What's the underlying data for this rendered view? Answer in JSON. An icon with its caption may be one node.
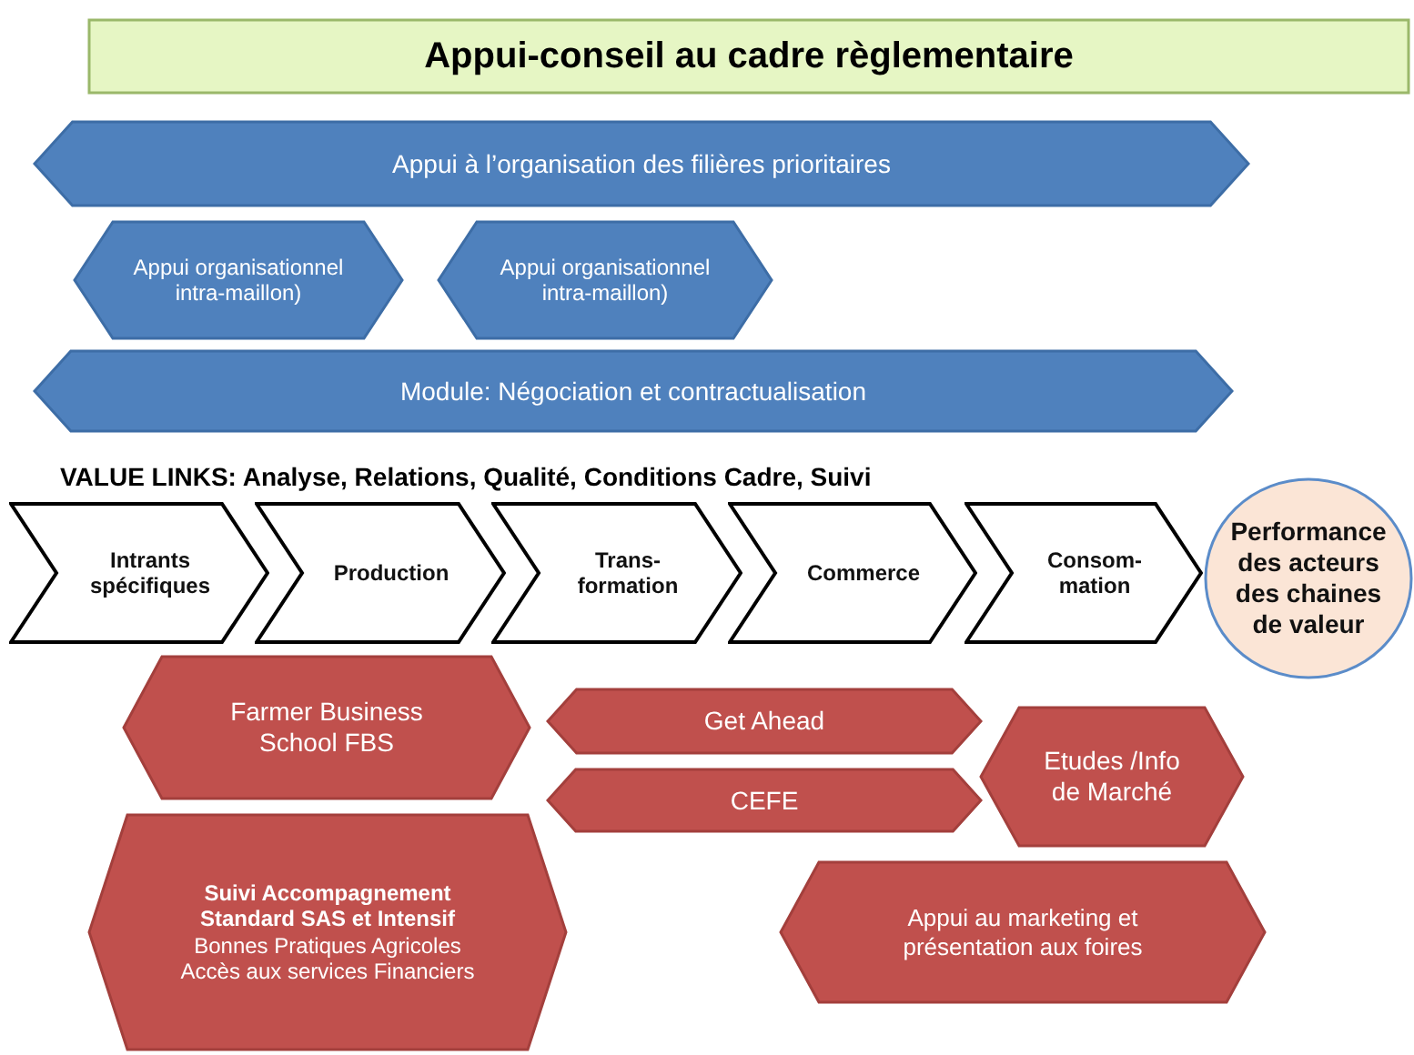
{
  "diagram": {
    "nodes": [
      {
        "text": [
          "Appui-conseil au cadre règlementaire"
        ]
      },
      {
        "text": [
          "Appui à l’organisation des filières prioritaires"
        ]
      },
      {
        "text": [
          "Appui organisationnel intra-maillon)"
        ]
      },
      {
        "text": [
          "Appui organisationnel intra-maillon)"
        ]
      },
      {
        "text": [
          "Module: Négociation et contractualisation"
        ]
      },
      {
        "text": [
          "Intrants spécifiques"
        ]
      },
      {
        "text": [
          "Production"
        ]
      },
      {
        "text": [
          "Trans- formation"
        ]
      },
      {
        "text": [
          "Commerce"
        ]
      },
      {
        "text": [
          "Consom- mation"
        ]
      },
      {
        "text": [
          "Performance des acteurs des chaines de valeur"
        ]
      },
      {
        "text": [
          "Farmer Business School FBS"
        ]
      },
      {
        "text": [
          "Get Ahead"
        ]
      },
      {
        "text": [
          "CEFE"
        ]
      },
      {
        "text": [
          "Etudes /Info de Marché"
        ]
      },
      {
        "text": [
          "Suivi Accompagnement Standard SAS et Intensif",
          "Bonnes Pratiques Agricoles",
          "Accès aux services Financiers"
        ]
      },
      {
        "text": [
          "Appui au marketing et présentation aux foires"
        ]
      }
    ],
    "labels": [
      "VALUE LINKS: Analyse, Relations, Qualité, Conditions Cadre, Suivi"
    ]
  }
}
